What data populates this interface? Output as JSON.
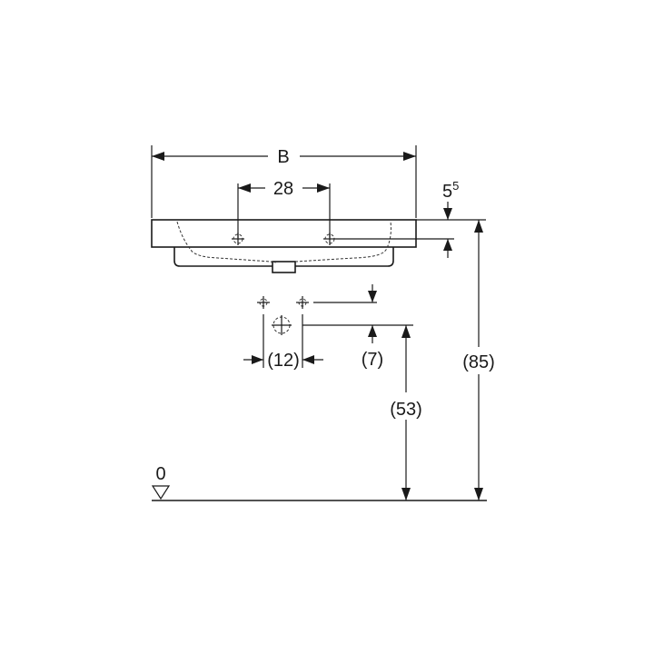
{
  "labels": {
    "width": "B",
    "hole_spacing": "28",
    "hole_offset_base": "5",
    "hole_offset_sup": "5",
    "rim_height": "(85)",
    "outlet_spacing": "(12)",
    "outlet_offset": "(7)",
    "outlet_height": "(53)",
    "floor_level": "0"
  }
}
